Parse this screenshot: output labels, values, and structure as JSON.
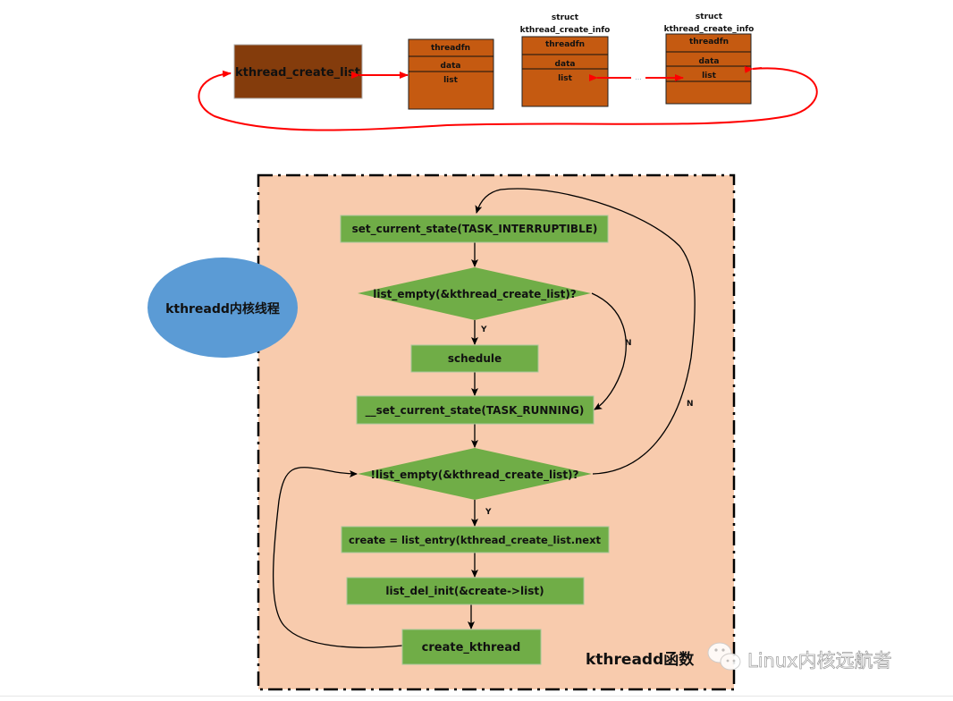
{
  "colors": {
    "list_head_fill": "#843C0C",
    "struct_fill": "#C55A11",
    "link_arrow": "#FF0000",
    "flow_box_fill": "#70AD47",
    "frame_fill": "#F8CBAD",
    "ellipse_fill": "#5B9BD5",
    "watermark_text": "#aaaaaa"
  },
  "top_diagram": {
    "list_head": {
      "label": "kthread_create_list"
    },
    "structs": [
      {
        "title_line1": "",
        "title_line2": "",
        "fields": [
          "threadfn",
          "data",
          "list"
        ]
      },
      {
        "title_line1": "struct",
        "title_line2": "kthread_create_info",
        "fields": [
          "threadfn",
          "data",
          "list"
        ]
      },
      {
        "title_line1": "struct",
        "title_line2": "kthread_create_info",
        "fields": [
          "threadfn",
          "data",
          "list"
        ]
      }
    ],
    "ellipsis": "..."
  },
  "side_label": {
    "text": "kthreadd内核线程"
  },
  "flowchart": {
    "title": "kthreadd函数",
    "nodes": [
      {
        "id": "n1",
        "type": "process",
        "label": "set_current_state(TASK_INTERRUPTIBLE)"
      },
      {
        "id": "d1",
        "type": "decision",
        "label": "list_empty(&kthread_create_list)?"
      },
      {
        "id": "n2",
        "type": "process",
        "label": "schedule"
      },
      {
        "id": "n3",
        "type": "process",
        "label": "__set_current_state(TASK_RUNNING)"
      },
      {
        "id": "d2",
        "type": "decision",
        "label": "!list_empty(&kthread_create_list)?"
      },
      {
        "id": "n4",
        "type": "process",
        "label": "create = list_entry(kthread_create_list.next"
      },
      {
        "id": "n5",
        "type": "process",
        "label": "list_del_init(&create->list)"
      },
      {
        "id": "n6",
        "type": "process",
        "label": "create_kthread"
      }
    ],
    "edge_labels": {
      "d1_yes": "Y",
      "d1_no": "N",
      "d2_yes": "Y",
      "d2_no": "N"
    }
  },
  "watermark": {
    "text": "Linux内核远航者",
    "icon": "wechat-icon"
  }
}
